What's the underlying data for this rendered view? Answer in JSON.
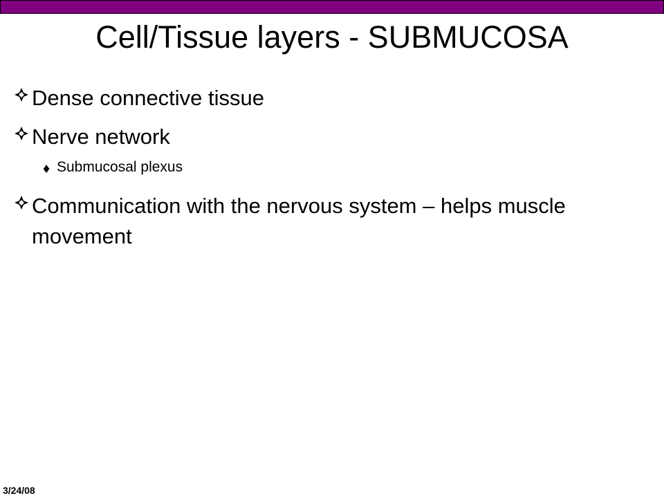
{
  "slide": {
    "title": "Cell/Tissue layers - SUBMUCOSA",
    "bullets": [
      {
        "level": 1,
        "text": "Dense connective tissue"
      },
      {
        "level": 1,
        "text": "Nerve network"
      },
      {
        "level": 2,
        "text": "Submucosal plexus"
      },
      {
        "level": 1,
        "text": "Communication with the nervous system – helps muscle movement"
      }
    ],
    "footer_date": "3/24/08"
  },
  "colors": {
    "top_bar": "#800080",
    "text": "#000000",
    "background": "#ffffff"
  },
  "icons": {
    "level1_bullet": "four-petal-diamond-icon",
    "level2_bullet": "diamond-icon"
  }
}
